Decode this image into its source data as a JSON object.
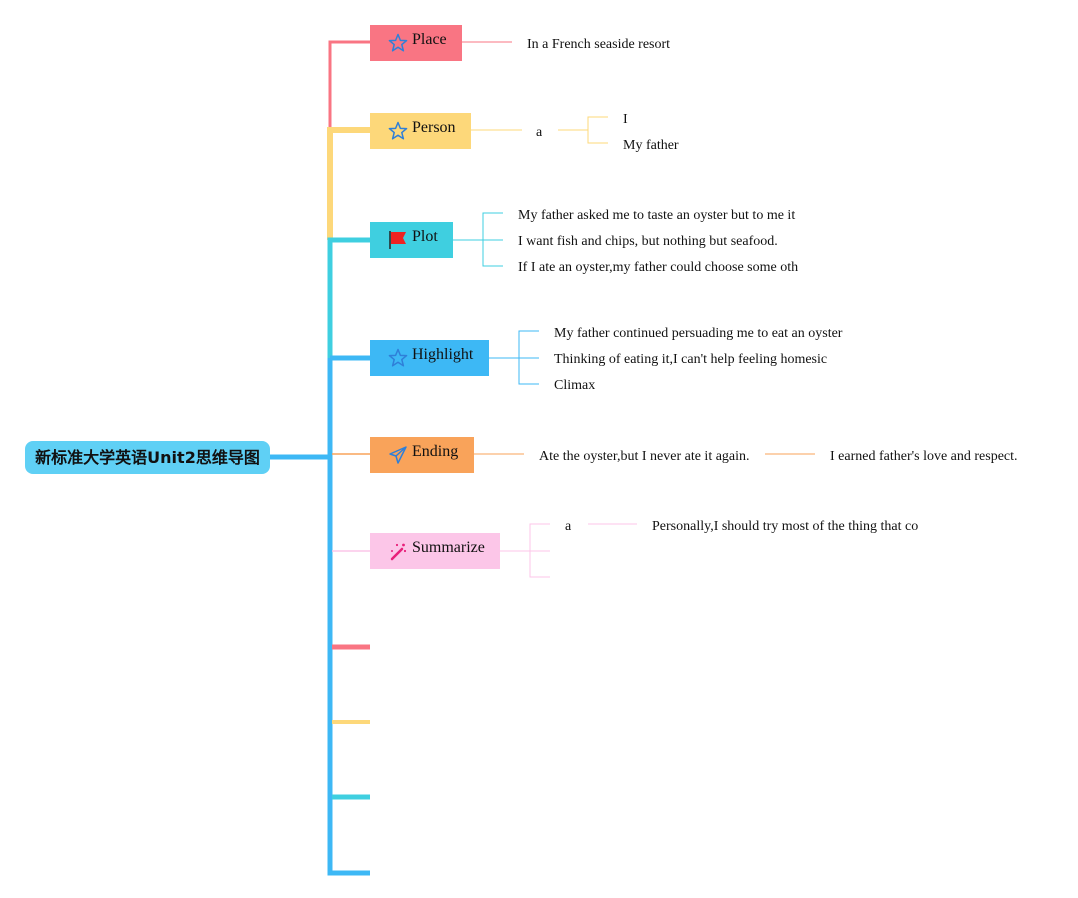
{
  "root": {
    "label": "新标准大学英语Unit2思维导图",
    "color": "#5fd0f5"
  },
  "branches": {
    "place": {
      "label": "Place",
      "icon": "star-icon",
      "color": "#f97583",
      "detail": "In a French seaside resort"
    },
    "person": {
      "label": "Person",
      "icon": "star-icon",
      "color": "#fdd87a",
      "sub_label": "a",
      "items": [
        "I",
        "My father"
      ]
    },
    "plot": {
      "label": "Plot",
      "icon": "flag-icon",
      "color": "#3fcfe0",
      "items": [
        "My father asked me to taste an oyster but to me it",
        "I want fish and chips, but nothing but seafood.",
        "If I ate an oyster,my father could choose some oth"
      ]
    },
    "highlight": {
      "label": "Highlight",
      "icon": "star-icon",
      "color": "#3db8f5",
      "items": [
        "My father continued persuading me to eat an oyster",
        "Thinking of eating it,I can't help feeling homesic",
        "Climax"
      ]
    },
    "ending": {
      "label": "Ending",
      "icon": "paper-plane-icon",
      "color": "#f9a35a",
      "detail": "Ate the oyster,but I never ate it again.",
      "result": "I earned father's love and respect."
    },
    "summarize": {
      "label": "Summarize",
      "icon": "magic-wand-icon",
      "color": "#fcc6e8",
      "sub_label": "a",
      "detail": "Personally,I should try most of the thing that co"
    }
  }
}
